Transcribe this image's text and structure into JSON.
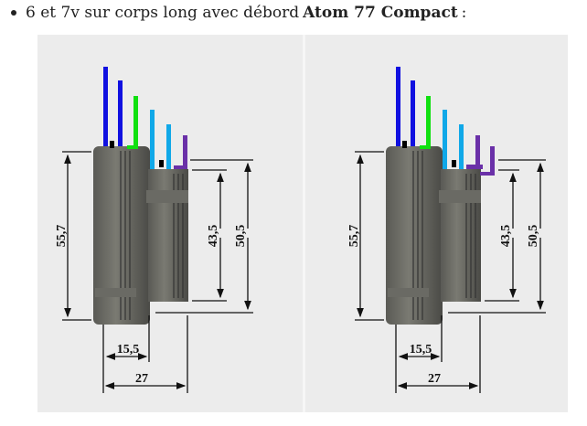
{
  "list_item": {
    "text_before": "6 et 7v sur corps long avec débord",
    "bold_text": "Atom 77 Compact",
    "text_after": ":"
  },
  "figure": {
    "panels": [
      {
        "dims": {
          "flange_diameter": "55,7",
          "inner_diameter": "43,5",
          "thread_diameter": "50,5",
          "flange_length": "15,5",
          "total_length": "27"
        }
      },
      {
        "dims": {
          "flange_diameter": "55,7",
          "inner_diameter": "43,5",
          "thread_diameter": "50,5",
          "flange_length": "15,5",
          "total_length": "27"
        }
      }
    ],
    "colors": {
      "dark_blue": "#1010e0",
      "green": "#10e010",
      "cyan": "#10a8e8",
      "purple": "#6a30a8"
    }
  }
}
